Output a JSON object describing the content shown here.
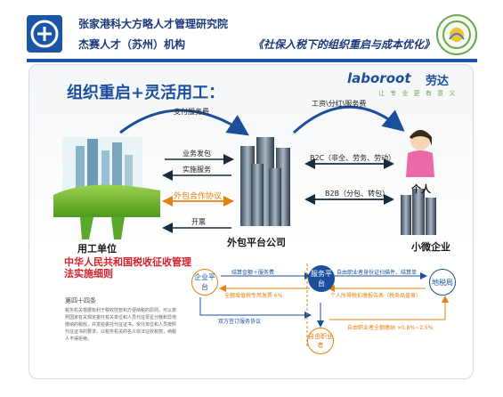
{
  "header": {
    "org_line1": "张家港科大方略人才管理研究院",
    "org_line2": "杰赛人才（苏州）机构",
    "topic": "《社保入税下的组织重启与成本优化》"
  },
  "slide": {
    "title": "组织重启+灵活用工：",
    "brand": "laboroot",
    "brand_cn": "劳达",
    "brand_sub": "让 专 业 更 有 意 义",
    "arrows": {
      "top": "支付服务费",
      "right_top": "工资\\分红\\服务费",
      "business_out": "业务发包",
      "service_in": "实施服务",
      "outsourcing": "外包合作协议",
      "invoice": "开票",
      "b2c": "B2C（非全、劳务、劳动）",
      "b2b": "B2B（分包、转包）"
    },
    "nodes": {
      "employer": "用工单位",
      "platform": "外包平台公司",
      "individual": "个人",
      "micro": "小微企业"
    },
    "law_title": "中华人民共和国税收征收管理法实施细则",
    "law_heading": "第四十四条",
    "law_body": "税务机关根据有利于税收控管和方便纳税的原则，可以按照国家有关规定委托有关单位和人员代征零星分散和异地缴纳的税收，并发给委托代征证书。受托单位和人员按照代征证书的要求，以税务机关的名义依法征收税款，纳税人不得拒绝。",
    "diagram": {
      "enterprise": "企业平台",
      "service_platform": "服务平台",
      "tax_bureau": "地税局",
      "freelancer": "自由职业者",
      "fee1": "结算金额＋服务费",
      "fee2": "全额增值税专用发票 6%",
      "agreement": "双方签订服务协议",
      "right1": "自由职业者身份证扫描件、结算单",
      "right2": "个人所得税扣缴报告表（税务局盖章）",
      "right3": "自由职业者全额缴纳 ×0.8%~2.5%"
    }
  }
}
